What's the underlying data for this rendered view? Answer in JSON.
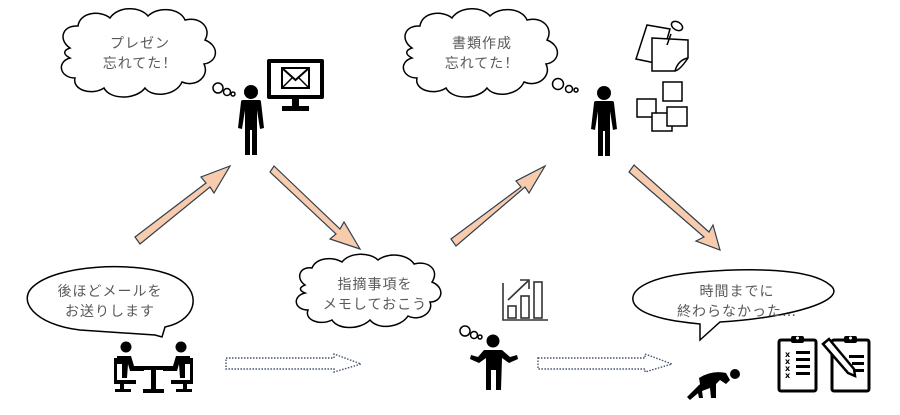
{
  "title": "Forgetting tasks without taking notes vs. taking notes",
  "colors": {
    "arrow_fill": "#f8cbad",
    "arrow_stroke": "#2f3f4f",
    "dotted_arrow_stroke": "#44546a",
    "icon": "#000000",
    "text": "#595959",
    "outline": "#000000"
  },
  "scenes": {
    "meeting": {
      "speech": [
        "後ほどメールを",
        "お送りします"
      ],
      "icon": "meeting-table-icon"
    },
    "forgot_presentation": {
      "thought": [
        "プレゼン",
        "忘れてた！"
      ],
      "icon": "email-monitor-icon"
    },
    "take_notes": {
      "thought": [
        "指摘事項を",
        "メモしておこう"
      ],
      "icon": "growth-chart-icon"
    },
    "forgot_documents": {
      "thought": [
        "書類作成",
        "忘れてた！"
      ],
      "icon": "sticky-notes-icon"
    },
    "failed": {
      "speech": [
        "時間までに",
        "終わらなかった…"
      ],
      "icon": "clipboard-checklist-icon"
    }
  }
}
